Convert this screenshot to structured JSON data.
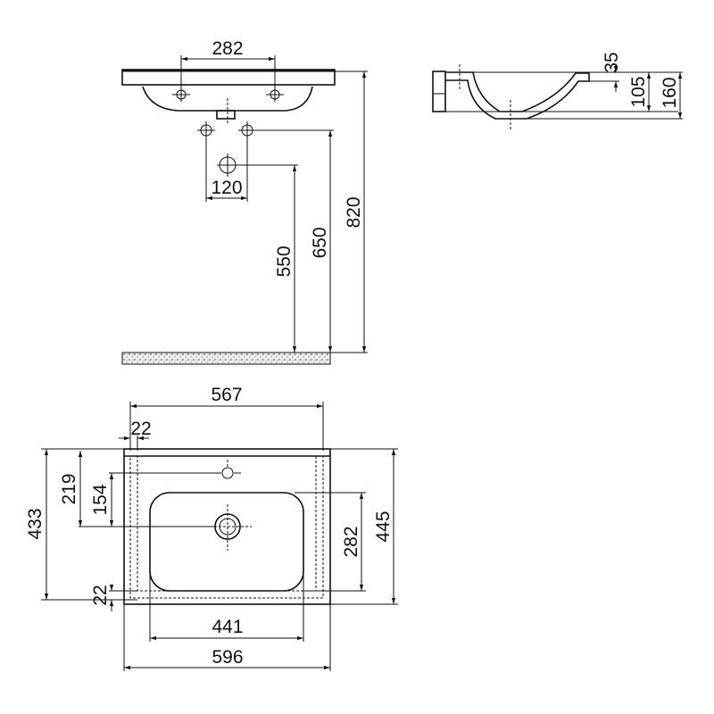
{
  "front_view": {
    "tap_spacing": "282",
    "wall_hole_spacing": "120",
    "height_overall": "820",
    "height_supply": "650",
    "height_drain": "550"
  },
  "side_view": {
    "rim_depth": "35",
    "bowl_depth": "105",
    "total_depth": "160"
  },
  "plan_view": {
    "inner_width": "567",
    "edge_offset_top": "22",
    "tap_to_drain": "219",
    "drain_offset": "154",
    "overall_depth": "433",
    "edge_offset_bottom": "22",
    "bowl_depth": "282",
    "total_depth": "445",
    "bowl_width": "441",
    "overall_width": "596"
  },
  "colors": {
    "line": "#111111",
    "background": "#ffffff"
  }
}
